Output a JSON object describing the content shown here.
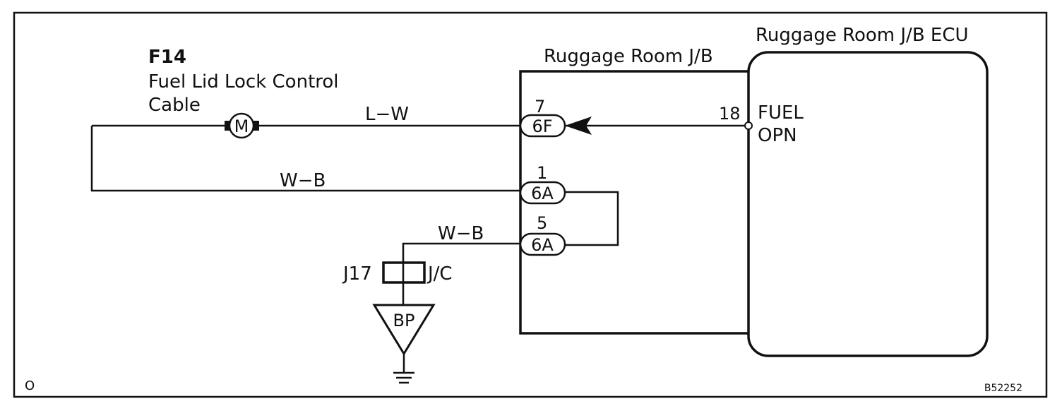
{
  "component": {
    "code": "F14",
    "name_line1": "Fuel Lid Lock Control",
    "name_line2": "Cable",
    "motor_symbol": "M"
  },
  "junction_block": {
    "label": "Ruggage Room J/B"
  },
  "ecu": {
    "label": "Ruggage Room J/B ECU",
    "pin": "18",
    "terminal_line1": "FUEL",
    "terminal_line2": "OPN"
  },
  "connectors": [
    {
      "pin": "7",
      "code": "6F"
    },
    {
      "pin": "1",
      "code": "6A"
    },
    {
      "pin": "5",
      "code": "6A"
    }
  ],
  "wires": {
    "motor_to_jb": "L−W",
    "ground_return": "W−B",
    "jc_to_jb": "W−B"
  },
  "junction_connector": {
    "code": "J17",
    "type": "J/C"
  },
  "ground": {
    "label": "BP"
  },
  "corner_mark": "O",
  "figure_code": "B52252"
}
